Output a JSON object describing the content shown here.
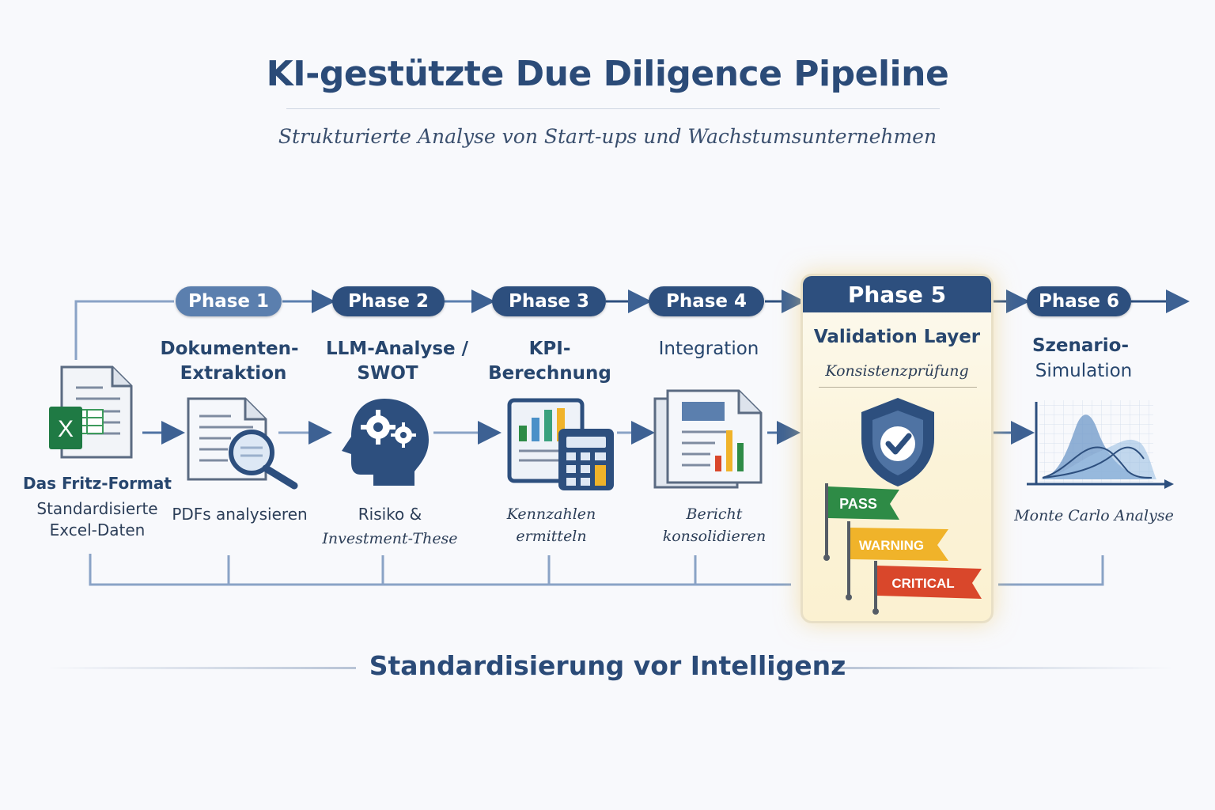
{
  "header": {
    "title": "KI-gestützte Due Diligence Pipeline",
    "subtitle": "Strukturierte Analyse von Start-ups und Wachstumsunternehmen"
  },
  "source": {
    "title": "Das Fritz-Format",
    "caption_line1": "Standardisierte",
    "caption_line2": "Excel-Daten",
    "icon": "excel-document-icon"
  },
  "phases": [
    {
      "label": "Phase 1",
      "heading_line1": "Dokumenten-",
      "heading_line2": "Extraktion",
      "caption_line1": "PDFs analysieren",
      "icon": "document-search-icon"
    },
    {
      "label": "Phase 2",
      "heading_line1": "LLM-Analyse /",
      "heading_line2": "SWOT",
      "caption_line1": "Risiko &",
      "caption_line2": "Investment-These",
      "icon": "brain-gears-icon"
    },
    {
      "label": "Phase 3",
      "heading_line1": "KPI-Berechnung",
      "caption_line1": "Kennzahlen ermitteln",
      "icon": "chart-calculator-icon"
    },
    {
      "label": "Phase 4",
      "heading_line1": "Integration",
      "caption_line1": "Bericht konsolidieren",
      "icon": "report-icon"
    },
    {
      "label": "Phase 5",
      "heading_line1": "Validation Layer",
      "caption_line1": "Konsistenzprüfung",
      "icon": "shield-check-icon",
      "flags": [
        {
          "label": "PASS",
          "color": "#2e8b46"
        },
        {
          "label": "WARNING",
          "color": "#f0b32a"
        },
        {
          "label": "CRITICAL",
          "color": "#d9472b"
        }
      ]
    },
    {
      "label": "Phase 6",
      "heading_line1": "Szenario-",
      "heading_line2": "Simulation",
      "caption_line1": "Monte Carlo Analyse",
      "icon": "distribution-chart-icon"
    }
  ],
  "footer": {
    "tagline": "Standardisierung vor Intelligenz"
  },
  "colors": {
    "navy": "#2d4f7e",
    "light_blue": "#5b7fae",
    "highlight": "#fbf3d8",
    "excel_green": "#1f7a44"
  }
}
